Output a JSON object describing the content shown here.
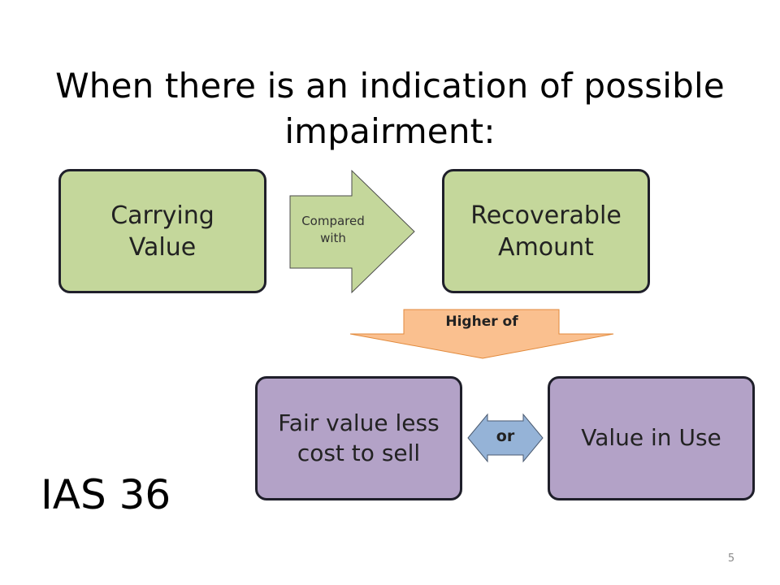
{
  "title": "When there is an indication of possible impairment:",
  "boxes": {
    "carrying_value": "Carrying Value",
    "recoverable_amount": "Recoverable Amount",
    "fair_value": "Fair value less cost to sell",
    "value_in_use": "Value in Use"
  },
  "arrow_compared": "Compared with",
  "arrow_higher": "Higher of",
  "arrow_or": "or",
  "standard": "IAS 36",
  "page_number": "5",
  "colors": {
    "green_box": "#c4d79b",
    "purple_box": "#b3a2c7",
    "orange_arrow": "#fac08f",
    "blue_arrow": "#95b3d7",
    "border": "#1f1f2a"
  }
}
